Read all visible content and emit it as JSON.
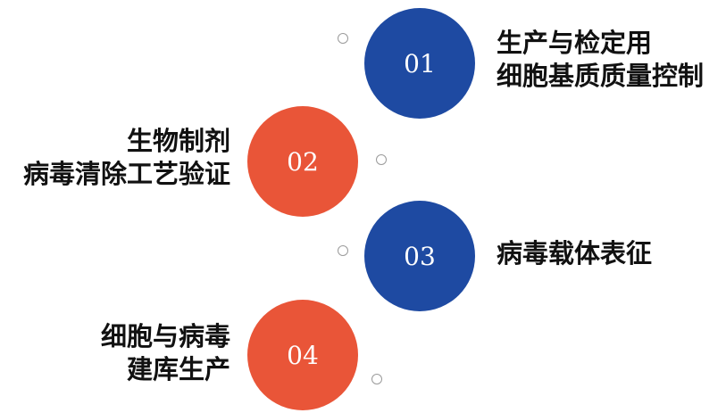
{
  "colors": {
    "blue": "#1e4aa2",
    "red": "#e95538",
    "dot_border": "#9a9a9a",
    "text": "#111111"
  },
  "items": [
    {
      "number": "01",
      "color": "blue",
      "lines": [
        "生产与检定用",
        "细胞基质质量控制"
      ],
      "side": "right"
    },
    {
      "number": "02",
      "color": "red",
      "lines": [
        "生物制剂",
        "病毒清除工艺验证"
      ],
      "side": "left"
    },
    {
      "number": "03",
      "color": "blue",
      "lines": [
        "病毒载体表征"
      ],
      "side": "right"
    },
    {
      "number": "04",
      "color": "red",
      "lines": [
        "细胞与病毒",
        "建库生产"
      ],
      "side": "left"
    }
  ]
}
